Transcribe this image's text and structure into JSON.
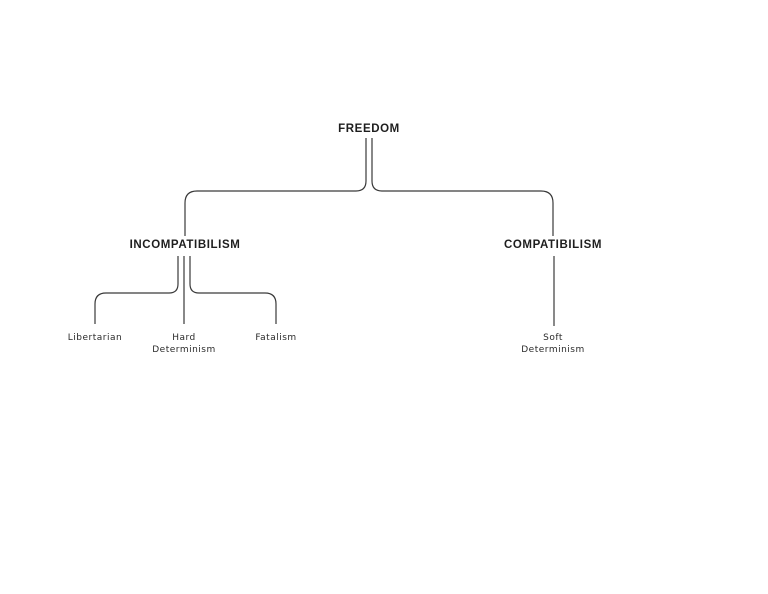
{
  "diagram": {
    "root": {
      "label": "FREEDOM"
    },
    "branches": [
      {
        "label": "INCOMPATIBILISM",
        "children": [
          {
            "lines": [
              "Libertarian"
            ]
          },
          {
            "lines": [
              "Hard",
              "Determinism"
            ]
          },
          {
            "lines": [
              "Fatalism"
            ]
          }
        ]
      },
      {
        "label": "COMPATIBILISM",
        "children": [
          {
            "lines": [
              "Soft",
              "Determinism"
            ]
          }
        ]
      }
    ]
  },
  "colors": {
    "line": "#3a3a3a",
    "text": "#222222",
    "background": "#ffffff"
  }
}
